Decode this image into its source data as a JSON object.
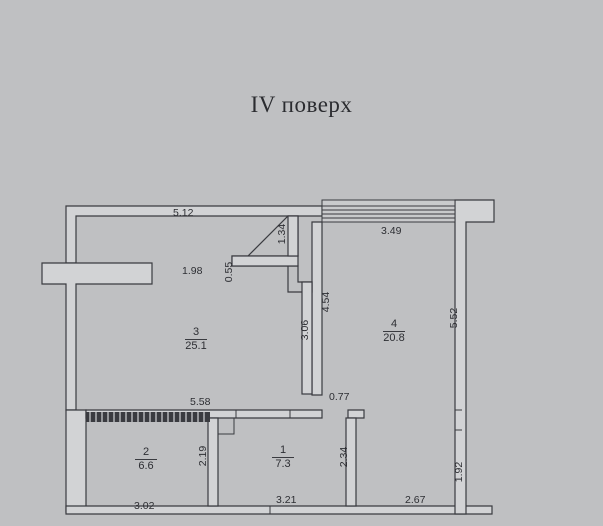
{
  "title": "IV поверх",
  "rooms": [
    {
      "number": "1",
      "area": "7.3"
    },
    {
      "number": "2",
      "area": "6.6"
    },
    {
      "number": "3",
      "area": "25.1"
    },
    {
      "number": "4",
      "area": "20.8"
    }
  ],
  "dimensions": {
    "top_width_room3": "5.12",
    "inner_1_34": "1.34",
    "width_1_98": "1.98",
    "inner_0_55": "0.55",
    "width_room4": "3.49",
    "height_4_54": "4.54",
    "height_5_52": "5.52",
    "height_3_06": "3.06",
    "width_5_58": "5.58",
    "width_0_77": "0.77",
    "height_2_19": "2.19",
    "height_2_34": "2.34",
    "height_1_92": "1.92",
    "width_3_02": "3.02",
    "width_3_21": "3.21",
    "width_2_67": "2.67"
  }
}
